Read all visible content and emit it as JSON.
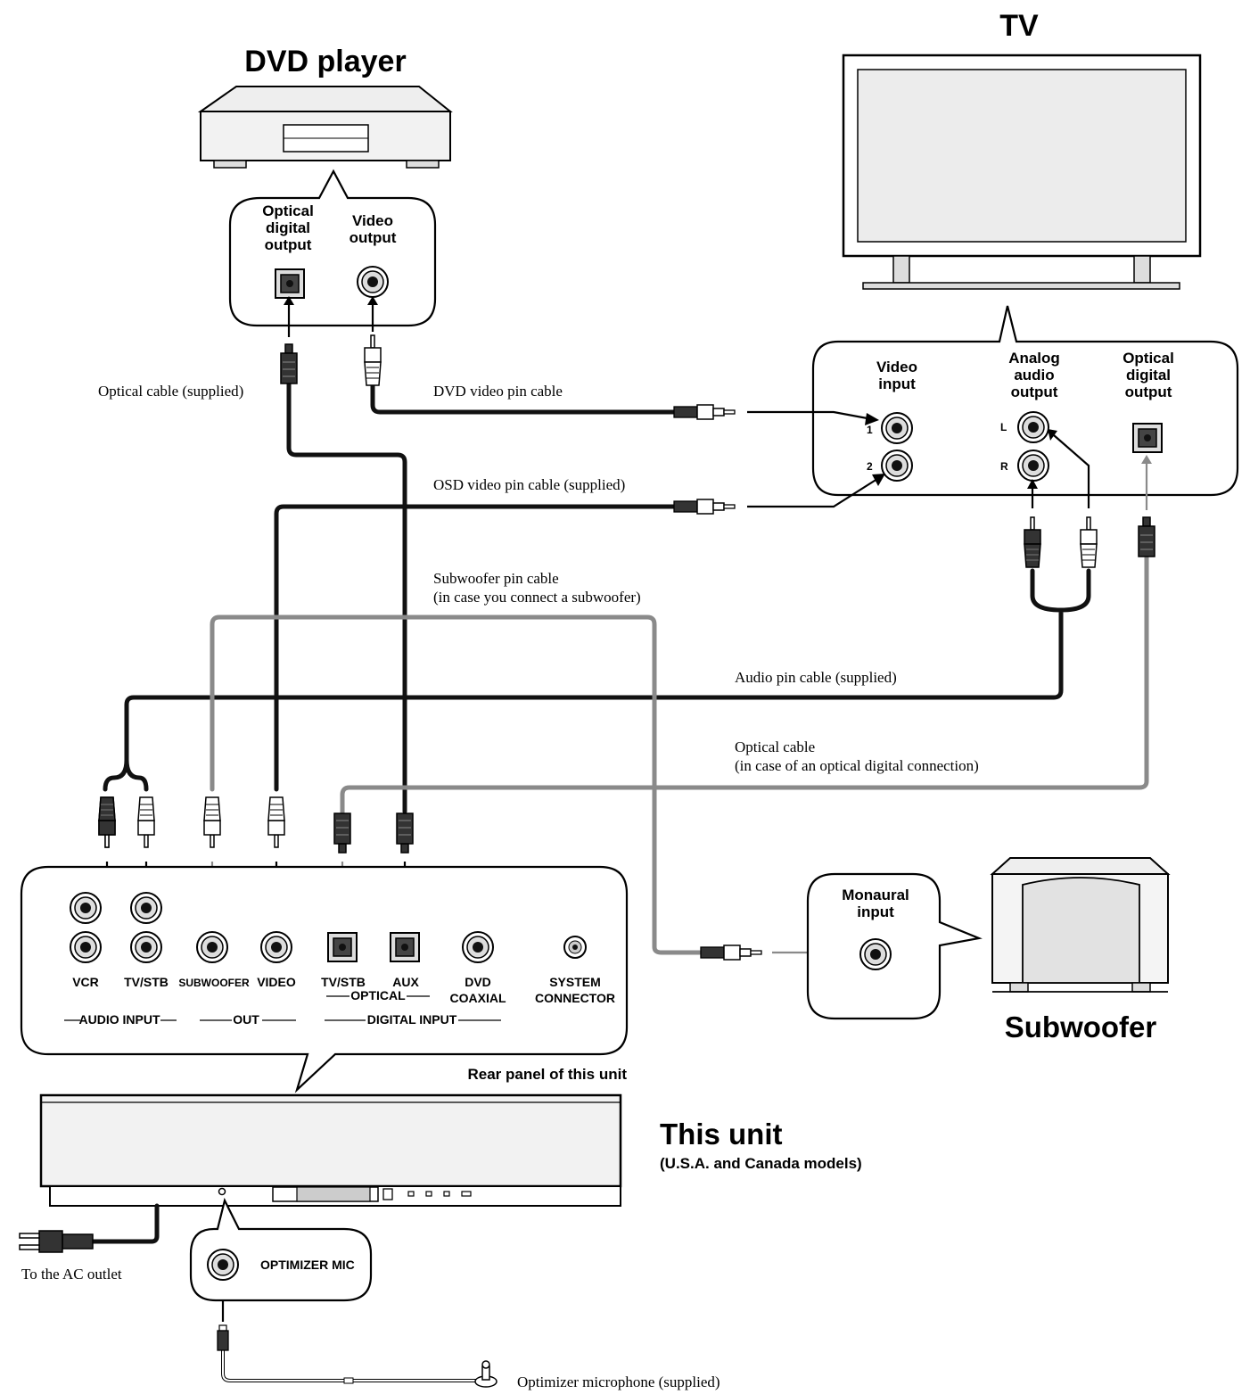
{
  "devices": {
    "dvd_player": "DVD player",
    "tv": "TV",
    "subwoofer": "Subwoofer",
    "this_unit": "This unit",
    "this_unit_models": "(U.S.A. and Canada models)"
  },
  "dvd_panel": {
    "optical_l1": "Optical",
    "optical_l2": "digital",
    "optical_l3": "output",
    "video_l1": "Video",
    "video_l2": "output"
  },
  "tv_panel": {
    "video_l1": "Video",
    "video_l2": "input",
    "jack1": "1",
    "jack2": "2",
    "analog_l1": "Analog",
    "analog_l2": "audio",
    "analog_l3": "output",
    "jack_l": "L",
    "jack_r": "R",
    "optical_l1": "Optical",
    "optical_l2": "digital",
    "optical_l3": "output"
  },
  "sub_panel": {
    "line1": "Monaural",
    "line2": "input"
  },
  "rear_panel": {
    "vcr": "VCR",
    "tvstb": "TV/STB",
    "subwoofer": "SUBWOOFER",
    "video": "VIDEO",
    "opt_tvstb": "TV/STB",
    "opt_aux": "AUX",
    "optical_group": "OPTICAL",
    "dvd_l1": "DVD",
    "dvd_l2": "COAXIAL",
    "sys_l1": "SYSTEM",
    "sys_l2": "CONNECTOR",
    "audio_input": "AUDIO INPUT",
    "out": "OUT",
    "digital_input": "DIGITAL INPUT",
    "caption": "Rear panel of this unit"
  },
  "mic_panel": {
    "label": "OPTIMIZER MIC"
  },
  "captions": {
    "optical_supplied": "Optical cable (supplied)",
    "dvd_video_pin": "DVD video pin cable",
    "osd_video_pin": "OSD video pin cable (supplied)",
    "sub_pin_l1": "Subwoofer pin cable",
    "sub_pin_l2": "(in case you connect a subwoofer)",
    "audio_pin": "Audio pin cable (supplied)",
    "optical_l1": "Optical cable",
    "optical_l2": "(in case of an optical digital connection)",
    "ac_outlet": "To the AC outlet",
    "mic_supplied": "Optimizer microphone (supplied)"
  }
}
